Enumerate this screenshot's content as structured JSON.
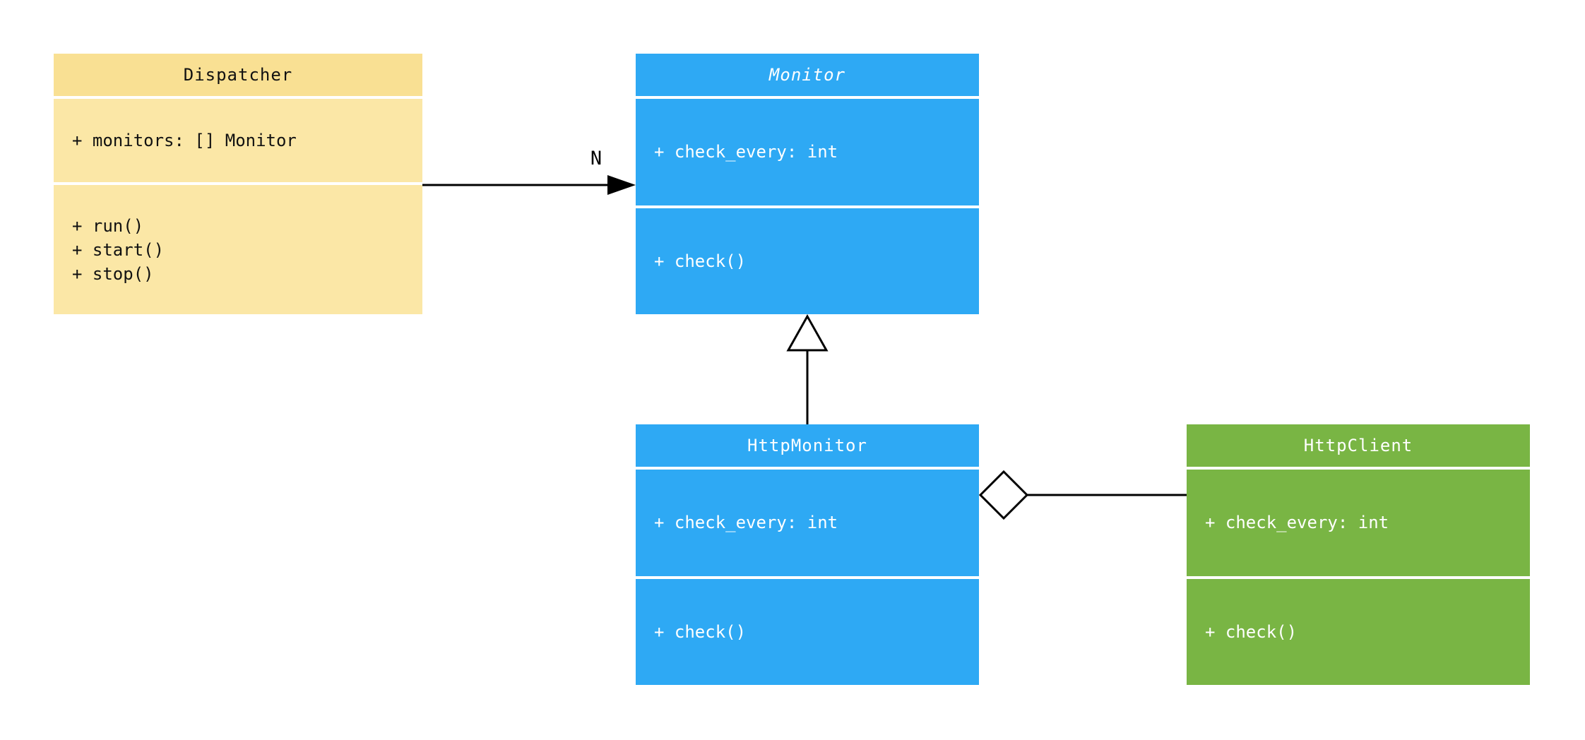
{
  "diagram": {
    "type": "uml-class-diagram",
    "background_color": "#FFFFFF",
    "line_color": "#000000",
    "separator_color": "#FFFFFF",
    "classes": [
      {
        "name": "Dispatcher",
        "abstract": false,
        "attributes": [
          "+ monitors: [] Monitor"
        ],
        "methods": [
          "+ run()",
          "+ start()",
          "+ stop()"
        ],
        "header_color": "#F9E093",
        "body_color": "#FBE7A6",
        "text_color": "#111111"
      },
      {
        "name": "Monitor",
        "abstract": true,
        "attributes": [
          "+ check_every: int"
        ],
        "methods": [
          "+ check()"
        ],
        "header_color": "#2EA9F4",
        "body_color": "#2EA9F4",
        "text_color": "#FFFFFF"
      },
      {
        "name": "HttpMonitor",
        "abstract": false,
        "attributes": [
          "+ check_every: int"
        ],
        "methods": [
          "+ check()"
        ],
        "header_color": "#2EA9F4",
        "body_color": "#2EA9F4",
        "text_color": "#FFFFFF"
      },
      {
        "name": "HttpClient",
        "abstract": false,
        "attributes": [
          "+ check_every: int"
        ],
        "methods": [
          "+ check()"
        ],
        "header_color": "#79B544",
        "body_color": "#79B544",
        "text_color": "#FFFFFF"
      }
    ],
    "relationships": [
      {
        "type": "association",
        "from": "Dispatcher",
        "to": "Monitor",
        "label": "N",
        "arrow": "filled-arrowhead"
      },
      {
        "type": "inheritance",
        "from": "HttpMonitor",
        "to": "Monitor",
        "label": "",
        "arrow": "hollow-triangle"
      },
      {
        "type": "aggregation",
        "from": "HttpMonitor",
        "to": "HttpClient",
        "label": "",
        "arrow": "hollow-diamond"
      }
    ]
  }
}
